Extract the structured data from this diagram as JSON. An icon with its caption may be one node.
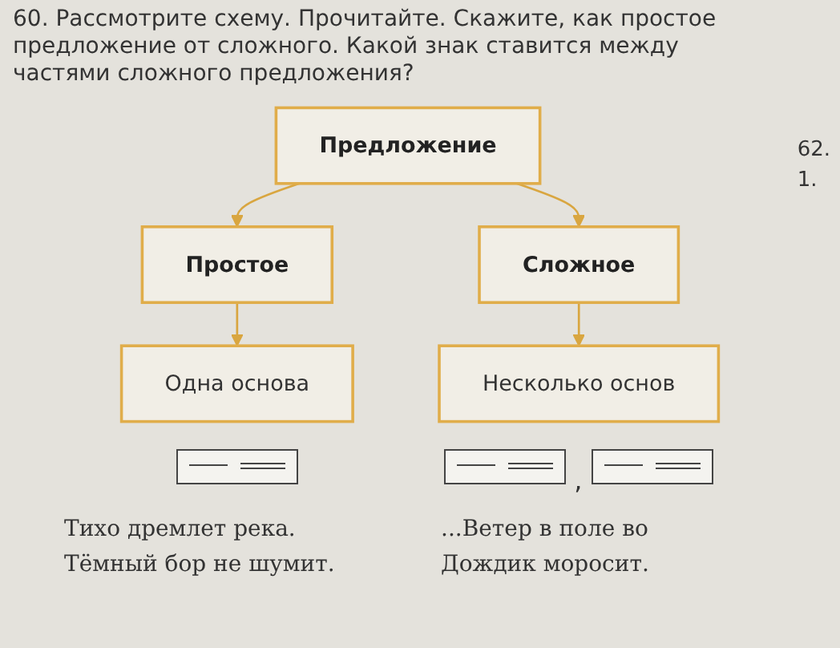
{
  "diagram": {
    "title": "60. Рассмотрите схему. Прочитайте. Скажите, как простое предложение от сложного. Какой знак ставится между частями сложного предложения?",
    "nodes": [
      {
        "text": [
          "Предложение"
        ]
      },
      {
        "text": [
          "Простое"
        ]
      },
      {
        "text": [
          "Сложное"
        ]
      },
      {
        "text": [
          "Одна основа"
        ]
      },
      {
        "text": [
          "Несколько основ"
        ]
      },
      {
        "text": [],
        "shape": "box"
      },
      {
        "text": [],
        "shape": "box"
      },
      {
        "text": [],
        "shape": "box"
      }
    ],
    "edges": [
      {
        "from": 0,
        "to": 1,
        "arrow": "to"
      },
      {
        "from": 0,
        "to": 2,
        "arrow": "to"
      },
      {
        "from": 1,
        "to": 3,
        "arrow": "to"
      },
      {
        "from": 2,
        "to": 4,
        "arrow": "to"
      }
    ],
    "labels": [
      "62.",
      "1.",
      ",",
      "Тихо дремлет река.",
      "...Ветер в поле во",
      "Тёмный бор не шумит.",
      "Дождик моросит."
    ]
  }
}
